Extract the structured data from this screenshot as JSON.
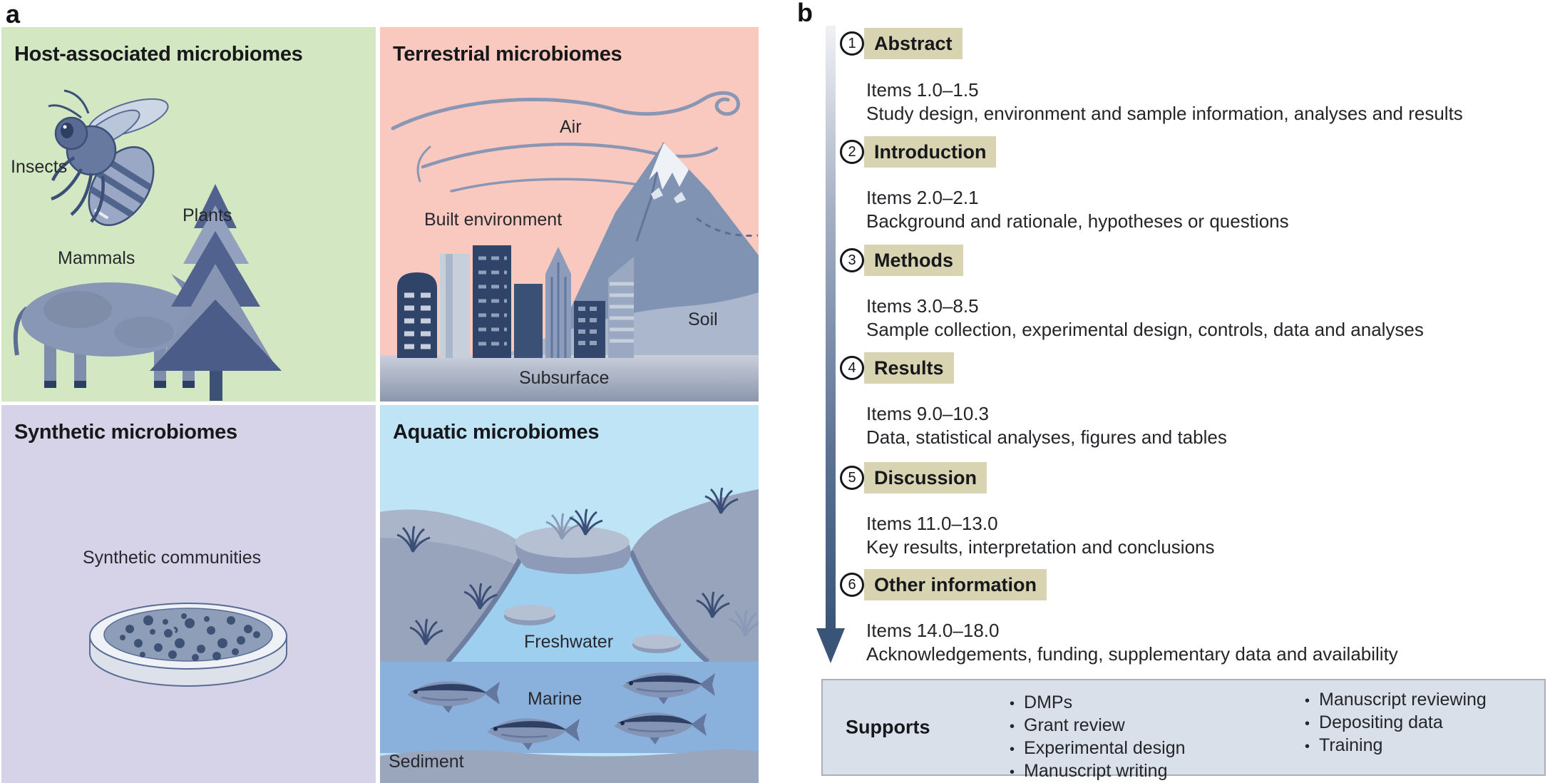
{
  "figure": {
    "panel_a_label": "a",
    "panel_b_label": "b"
  },
  "panel_a": {
    "quadrants": [
      {
        "title": "Host-associated microbiomes",
        "labels": {
          "insects": "Insects",
          "plants": "Plants",
          "mammals": "Mammals"
        }
      },
      {
        "title": "Terrestrial microbiomes",
        "labels": {
          "air": "Air",
          "built": "Built environment",
          "soil": "Soil",
          "subsurface": "Subsurface"
        }
      },
      {
        "title": "Synthetic microbiomes",
        "labels": {
          "communities": "Synthetic communities"
        }
      },
      {
        "title": "Aquatic microbiomes",
        "labels": {
          "freshwater": "Freshwater",
          "marine": "Marine",
          "sediment": "Sediment"
        }
      }
    ]
  },
  "panel_b": {
    "sections": [
      {
        "number": "1",
        "title": "Abstract",
        "items": "Items 1.0–1.5",
        "description": "Study design, environment and sample information, analyses and results"
      },
      {
        "number": "2",
        "title": "Introduction",
        "items": "Items 2.0–2.1",
        "description": "Background and rationale, hypotheses or questions"
      },
      {
        "number": "3",
        "title": "Methods",
        "items": "Items 3.0–8.5",
        "description": "Sample collection, experimental design, controls, data and analyses"
      },
      {
        "number": "4",
        "title": "Results",
        "items": "Items 9.0–10.3",
        "description": "Data, statistical analyses, figures and tables"
      },
      {
        "number": "5",
        "title": "Discussion",
        "items": "Items 11.0–13.0",
        "description": "Key results, interpretation and conclusions"
      },
      {
        "number": "6",
        "title": "Other information",
        "items": "Items 14.0–18.0",
        "description": "Acknowledgements, funding, supplementary data and availability"
      }
    ],
    "supports": {
      "label": "Supports",
      "column1": [
        "DMPs",
        "Grant review",
        "Experimental design",
        "Manuscript writing"
      ],
      "column2": [
        "Manuscript reviewing",
        "Depositing data",
        "Training"
      ]
    }
  },
  "colors": {
    "host_panel_green": "#d3e8c2",
    "terrestrial_panel_pink": "#f9c9c0",
    "synthetic_panel_lavender": "#d6d3e8",
    "aquatic_panel_blue": "#bee4f6",
    "section_highlight_khaki": "#d8d4b2",
    "arrow_dark_blue": "#3a5478",
    "supports_box_bg": "#dae0e9",
    "marine_band_blue": "#8ab0dc",
    "sediment_gray": "#9aa6bb",
    "illustration_slate_blue": "#8997b6"
  }
}
